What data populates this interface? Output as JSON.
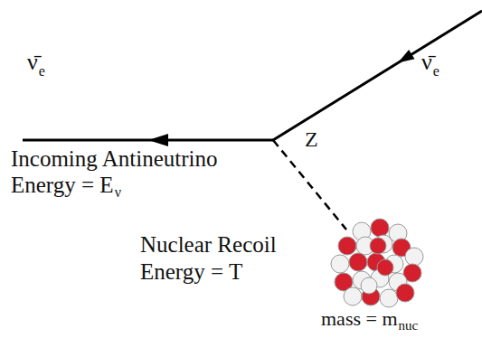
{
  "diagram": {
    "labels": [
      "ν̄",
      "e",
      "ν̄",
      "e",
      "Z",
      "Incoming Antineutrino",
      "Energy = E",
      "ν",
      "Nuclear Recoil",
      "Energy = T",
      "mass = m",
      "nuc"
    ]
  }
}
